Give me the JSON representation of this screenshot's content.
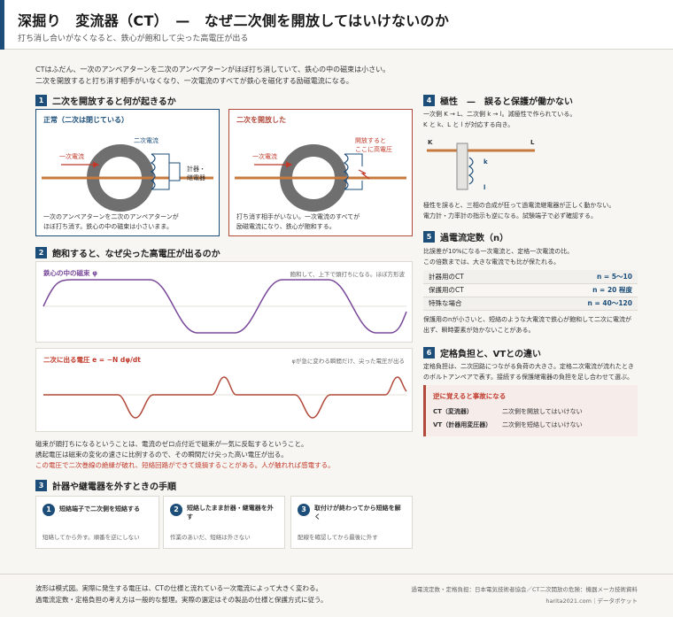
{
  "header": {
    "title": "深掘り　変流器（CT）　—　なぜ二次側を開放してはいけないのか",
    "subtitle": "打ち消し合いがなくなると、鉄心が飽和して尖った高電圧が出る"
  },
  "intro": [
    "CTはふだん、一次のアンペアターンを二次のアンペアターンがほぼ打ち消していて、鉄心の中の磁束は小さい。",
    "二次を開放すると打ち消す相手がいなくなり、一次電流のすべてが鉄心を磁化する励磁電流になる。"
  ],
  "s1": {
    "num": "1",
    "title": "二次を開放すると何が起きるか",
    "normal": {
      "title": "正常（二次は閉じている）",
      "primary_label": "一次電流",
      "secondary_label": "二次電流",
      "meter_label": "計器・\n継電器",
      "caption": [
        "一次のアンペアターンを二次のアンペアターンが",
        "ほぼ打ち消す。鉄心の中の磁束は小さいまま。"
      ]
    },
    "open": {
      "title": "二次を開放した",
      "primary_label": "一次電流",
      "hv_label": "開放すると\nここに高電圧",
      "caption": [
        "打ち消す相手がいない。一次電流のすべてが",
        "励磁電流になり、鉄心が飽和する。"
      ]
    }
  },
  "s2": {
    "num": "2",
    "title": "飽和すると、なぜ尖った高電圧が出るのか",
    "flux_label": "鉄心の中の磁束 φ",
    "flux_note": "飽和して、上下で頭打ちになる。ほぼ方形波",
    "volt_label": "二次に出る電圧 e = −N dφ/dt",
    "volt_note": "φが急に変わる瞬間だけ、尖った電圧が出る",
    "notes": [
      "磁束が頭打ちになるということは、電流のゼロ点付近で磁束が一気に反転するということ。",
      "誘起電圧は磁束の変化の速さに比例するので、その瞬間だけ尖った高い電圧が出る。"
    ],
    "warning": "この電圧で二次巻線の絶縁が破れ、短絡回路ができて焼損することがある。人が触れれば感電する。"
  },
  "s3": {
    "num": "3",
    "title": "計器や継電器を外すときの手順",
    "steps": [
      {
        "n": "1",
        "title": "短絡端子で二次側を短絡する",
        "desc": "短絡してから外す。順番を逆にしない"
      },
      {
        "n": "2",
        "title": "短絡したまま計器・継電器を外\nす",
        "desc": "作業のあいだ、短絡は外さない"
      },
      {
        "n": "3",
        "title": "取付けが終わってから短絡を解\nく",
        "desc": "配線を確認してから最後に外す"
      }
    ]
  },
  "s4": {
    "num": "4",
    "title": "極性　—　誤ると保護が働かない",
    "text": [
      "一次側 K → L、二次側 k → l。減極性で作られている。",
      "K と k、L と l が対応する向き。"
    ],
    "K": "K",
    "L": "L",
    "k": "k",
    "l": "l",
    "after": [
      "極性を誤ると、三相の合成が狂って過電流継電器が正しく動かない。",
      "電力計・力率計の指示も逆になる。試験端子で必ず確認する。"
    ]
  },
  "s5": {
    "num": "5",
    "title": "過電流定数（n）",
    "text": [
      "比誤差が10%になる一次電流と、定格一次電流の比。",
      "この倍数までは、大きな電流でも比が保たれる。"
    ],
    "rows": [
      {
        "label": "計器用のCT",
        "value": "n = 5〜10"
      },
      {
        "label": "保護用のCT",
        "value": "n = 20 程度"
      },
      {
        "label": "特殊な場合",
        "value": "n = 40〜120"
      }
    ],
    "after": [
      "保護用のnが小さいと、短絡のような大電流で鉄心が飽和して二次に電流が",
      "出ず、瞬時要素が効かないことがある。"
    ]
  },
  "s6": {
    "num": "6",
    "title": "定格負担と、VTとの違い",
    "text": [
      "定格負担は、二次回路につながる負荷の大きさ。定格二次電流が流れたとき",
      "のボルトアンペアで表す。接続する保護継電器の負担を足し合わせて選ぶ。"
    ],
    "remember": {
      "title": "逆に覚えると事故になる",
      "rows": [
        {
          "k": "CT（変流器）",
          "v": "二次側を開放してはいけない"
        },
        {
          "k": "VT（計器用変圧器）",
          "v": "二次側を短絡してはいけない"
        }
      ]
    }
  },
  "footer": {
    "note": [
      "波形は模式図。実際に発生する電圧は、CTの仕様と流れている一次電流によって大きく変わる。",
      "過電流定数・定格負担の考え方は一般的な整理。実際の選定はその製品の仕様と保護方式に従う。"
    ],
    "source": "過電流定数・定格負担：日本電気技術者協会／CT二次開放の危険：機器メーカ技術資料",
    "site": "harita2021.com｜データポケット"
  },
  "colors": {
    "accent": "#1d4e7a",
    "danger": "#b24a3b",
    "flux": "#7a4a9a",
    "spike": "#b24a3b",
    "bar": "#c77a3e"
  }
}
